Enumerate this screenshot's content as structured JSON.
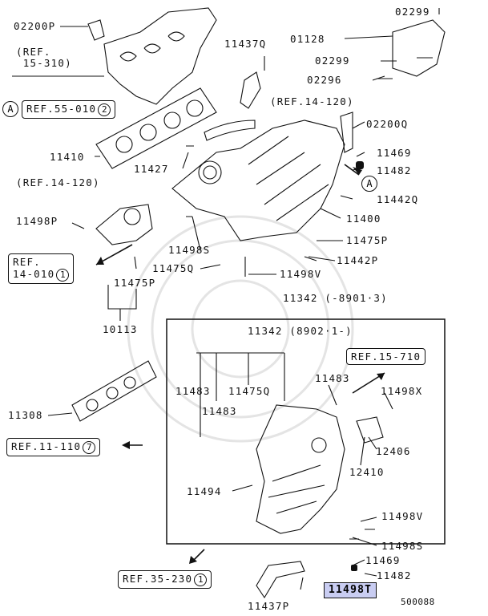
{
  "parts": {
    "p02200p": "02200P",
    "p02299a": "02299",
    "p01128": "01128",
    "p11437q": "11437Q",
    "p02299b": "02299",
    "p02296": "02296",
    "p02200q": "02200Q",
    "p11469a": "11469",
    "p11482a": "11482",
    "p11410": "11410",
    "p11427": "11427",
    "p11442q": "11442Q",
    "p11400": "11400",
    "p11498p": "11498P",
    "p11498s_a": "11498S",
    "p11475p_a": "11475P",
    "p11475q_a": "11475Q",
    "p11442p": "11442P",
    "p11475p_b": "11475P",
    "p11498v_a": "11498V",
    "p10113": "10113",
    "p11342a": "11342 (-8901·3)",
    "p11342b": "11342 (8902·1-)",
    "p11483a": "11483",
    "p11475q_b": "11475Q",
    "p11483b": "11483",
    "p11483c": "11483",
    "p11498x": "11498X",
    "p11308": "11308",
    "p12406": "12406",
    "p12410": "12410",
    "p11494": "11494",
    "p11498v_b": "11498V",
    "p11498s_b": "11498S",
    "p11469b": "11469",
    "p11482b": "11482",
    "p11437p": "11437P",
    "p11498t": "11498T",
    "ref15_310": "(REF.\n 15-310)",
    "ref14_120a": "(REF.14-120)",
    "ref14_120b": "(REF.14-120)",
    "diagram_no": "500088"
  },
  "refs": {
    "ref55_010": {
      "text": "REF.55-010",
      "num": "2"
    },
    "ref14_010": {
      "text": "REF.\n14-010",
      "num": "1"
    },
    "ref15_710": {
      "text": "REF.15-710",
      "num": ""
    },
    "ref11_110": {
      "text": "REF.11-110",
      "num": "7"
    },
    "ref35_230": {
      "text": "REF.35-230",
      "num": "1"
    }
  },
  "markers": {
    "a1": "A",
    "a2": "A"
  },
  "colors": {
    "highlight": "#c9cdf2",
    "ink": "#111111"
  }
}
